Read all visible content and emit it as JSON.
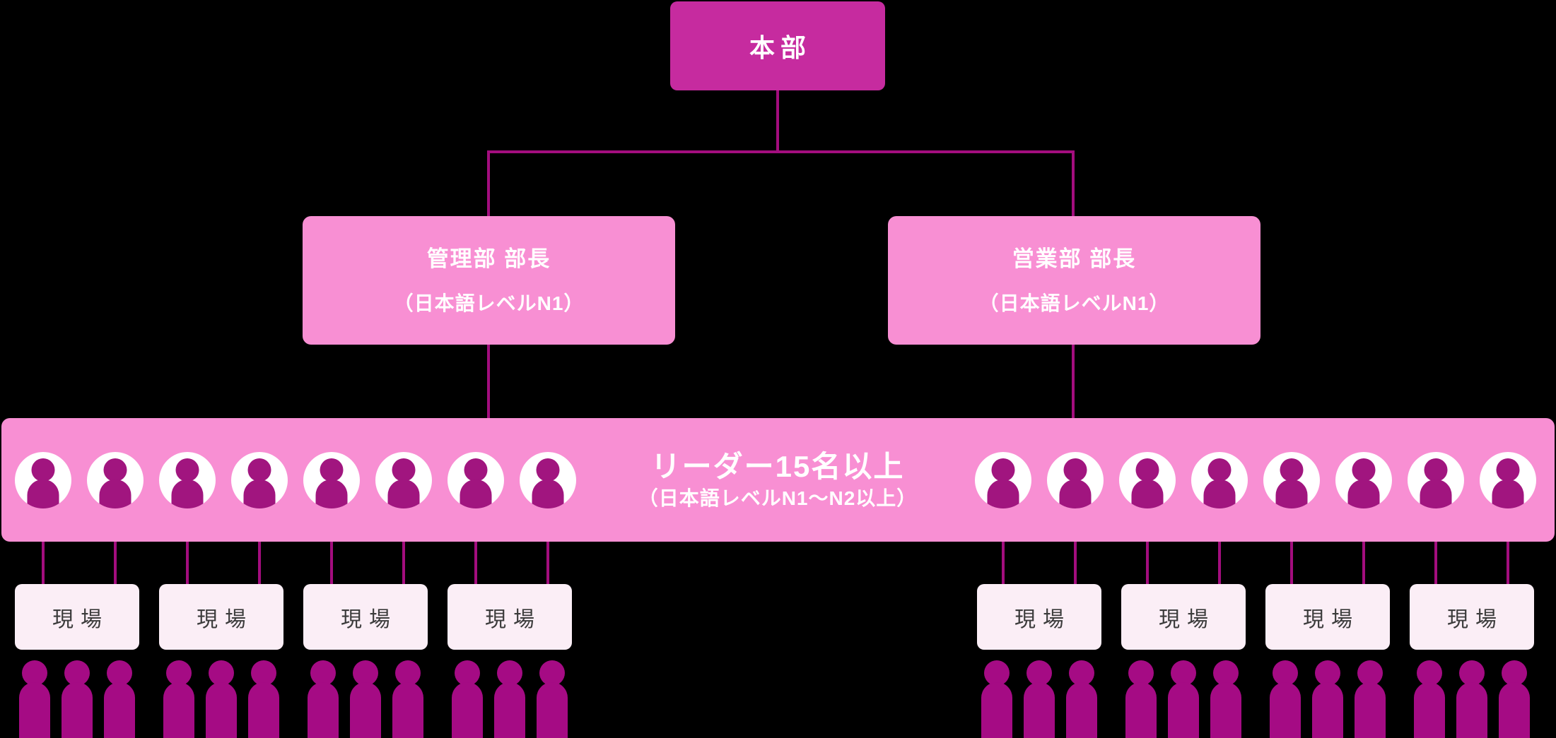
{
  "palette": {
    "background": "#000000",
    "root_box": "#C62B9F",
    "node_pink": "#F88FD3",
    "site_box_bg": "#FBEEF6",
    "site_text": "#3B3B3B",
    "connector": "#A30D7E",
    "leader_silhouette": "#A1157F",
    "worker_silhouette": "#A50B84",
    "text_white": "#FFFFFF"
  },
  "root": {
    "label": "本部"
  },
  "departments": [
    {
      "id": "kanri",
      "label": "管理部 部長",
      "sublabel": "（日本語レベルN1）"
    },
    {
      "id": "eigyo",
      "label": "営業部 部長",
      "sublabel": "（日本語レベルN1）"
    }
  ],
  "leader_band": {
    "title": "リーダー15名以上",
    "subtitle": "（日本語レベルN1〜N2以上）",
    "left_leader_count": 8,
    "right_leader_count": 8
  },
  "sites": {
    "label": "現場",
    "left_count": 4,
    "right_count": 4,
    "workers_per_site": 3
  }
}
